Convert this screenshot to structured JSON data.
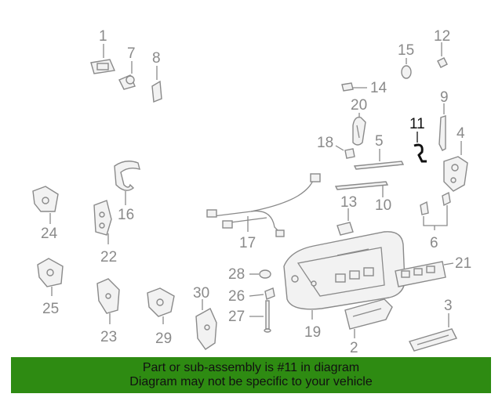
{
  "diagram": {
    "highlighted": "11",
    "colors": {
      "line": "#8a8a8a",
      "highlight": "#111111",
      "banner_background": "#2e8b12"
    },
    "callouts": {
      "c1": "1",
      "c2": "2",
      "c3": "3",
      "c4": "4",
      "c5": "5",
      "c6": "6",
      "c7": "7",
      "c8": "8",
      "c9": "9",
      "c10": "10",
      "c11": "11",
      "c12": "12",
      "c13": "13",
      "c14": "14",
      "c15": "15",
      "c16": "16",
      "c17": "17",
      "c18": "18",
      "c19": "19",
      "c20": "20",
      "c21": "21",
      "c22": "22",
      "c23": "23",
      "c24": "24",
      "c25": "25",
      "c26": "26",
      "c27": "27",
      "c28": "28",
      "c29": "29",
      "c30": "30"
    }
  },
  "banner": {
    "line1": "Part or sub-assembly is #11 in diagram",
    "line2": "Diagram may not be specific to your vehicle"
  }
}
